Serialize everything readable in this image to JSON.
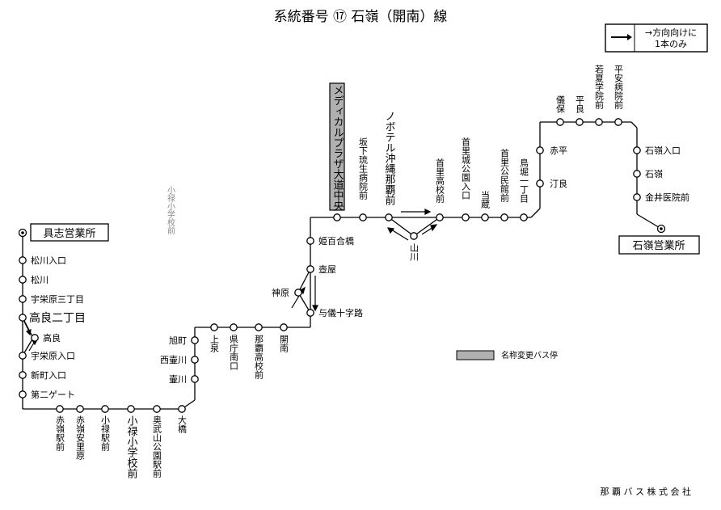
{
  "title": "系統番号 ⑰ 石嶺（開南）線",
  "legend": {
    "arrow_label_1": "→方向向けに",
    "arrow_label_2": "1本のみ",
    "renamed_stop_label": "名称変更バス停"
  },
  "terminals": {
    "left": "具志営業所",
    "right": "石嶺営業所"
  },
  "stops": {
    "matsukawa_iriguchi": "松川入口",
    "matsukawa": "松川",
    "usaebaru_sanchome": "宇栄原三丁目",
    "takara_nichome": "高良二丁目",
    "takara": "高良",
    "usaebaru_iriguchi": "宇栄原入口",
    "shinmachi_iriguchi": "新町入口",
    "daini_gate": "第二ゲート",
    "akamine_eki_mae": "赤嶺駅前",
    "akamine_anri_hara": "赤嶺安里原",
    "oroku_eki_mae": "小禄駅前",
    "oroku_shogakko_mae": "小禄小学校前",
    "okubuyama_koen_eki_mae": "奥武山公園駅前",
    "ohashi": "大橋",
    "tsubogawa": "壷川",
    "nishi_tsubogawa": "西壷川",
    "asahimachi": "旭町",
    "uenoizumi": "上泉",
    "kenchou_minamiguchi": "県庁南口",
    "naha_koko_mae": "那覇高校前",
    "kainan": "開南",
    "yogi_jujiro": "与儀十字路",
    "tsuboya": "壺屋",
    "kanbara": "神原",
    "himeyuri_bashi": "姫百合橋",
    "medical_plaza": "メディカルプラザ大道中央",
    "sakashita_ryusei_byoin_mae": "坂下琉生病院前",
    "hotel_okinawa_naha_mae": "ノボテル沖縄那覇前",
    "yamakawa": "山川",
    "shuri_koko_mae": "首里高校前",
    "shuri_jo_koen_iriguchi": "首里城公園入口",
    "tougura": "当蔵",
    "shuri_kominkan_mae": "首里公民館前",
    "torihori_itchome": "鳥堀一丁目",
    "sakaehira": "汀良",
    "akahira": "赤平",
    "gibo": "儀保",
    "heira": "平良",
    "wakanatsu_gakuin_mae": "若夏学院前",
    "heian_byoin_mae": "平安病院前",
    "ishimine_iriguchi": "石嶺入口",
    "ishimine": "石嶺",
    "kanai_iin_mae": "金井医院前"
  },
  "annotation_faint": "小禄小学校前",
  "company": "那 覇 バ ス 株 式 会 社",
  "colors": {
    "line": "#000000",
    "renamed_fill": "#b0b0b0"
  }
}
